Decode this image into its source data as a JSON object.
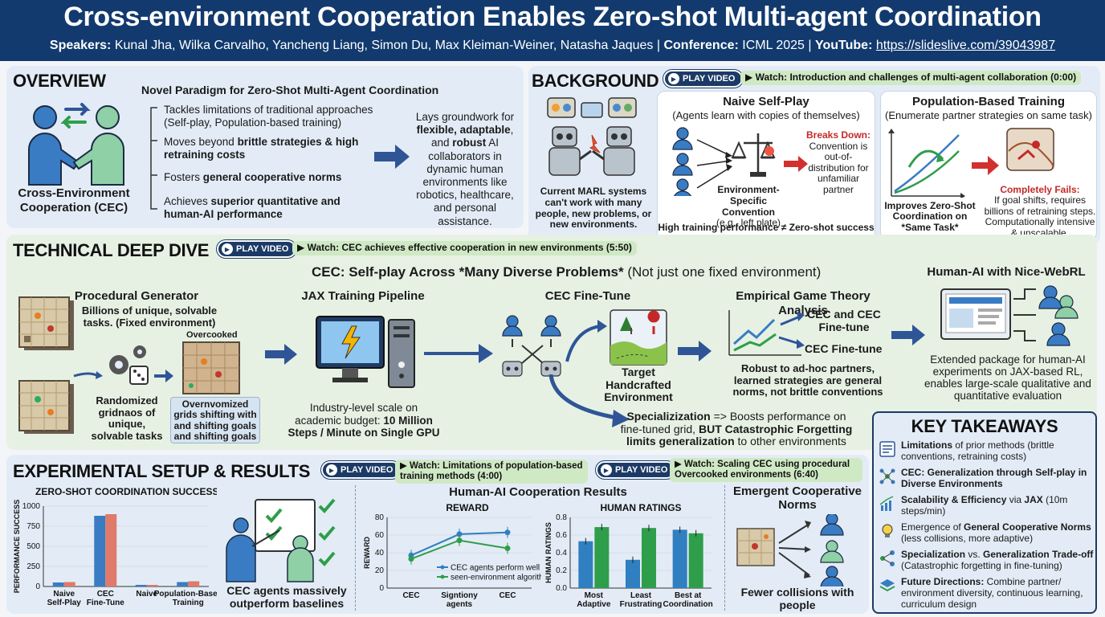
{
  "header": {
    "title": "Cross-environment Cooperation Enables Zero-shot Multi-agent Coordination",
    "speakers_label": "Speakers:",
    "speakers": "Kunal Jha, Wilka Carvalho, Yancheng Liang, Simon Du, Max Kleiman-Weiner, Natasha Jaques",
    "conference_label": "Conference:",
    "conference": "ICML 2025",
    "youtube_label": "YouTube:",
    "youtube_url": "https://slideslive.com/39043987"
  },
  "overview": {
    "title": "OVERVIEW",
    "heading": "Novel Paradigm for Zero-Shot Multi-Agent Coordination",
    "caption": "Cross-Environment Cooperation (CEC)",
    "bullets": [
      {
        "pre": "Tackles limitations of traditional approaches (Self-play, Population-based training)",
        "bold": "",
        "post": ""
      },
      {
        "pre": "Moves beyond ",
        "bold": "brittle strategies & high retraining costs",
        "post": ""
      },
      {
        "pre": "Fosters ",
        "bold": "general cooperative norms",
        "post": ""
      },
      {
        "pre": "Achieves ",
        "bold": "superior quantitative and human-AI performance",
        "post": ""
      }
    ],
    "groundwork_pre": "Lays groundwork for ",
    "groundwork_b1": "flexible, adaptable",
    "groundwork_mid": ", and ",
    "groundwork_b2": "robust",
    "groundwork_post": " AI collaborators in dynamic human environments like robotics, healthcare, and personal assistance."
  },
  "background": {
    "title": "BACKGROUND",
    "play_label": "PLAY VIDEO",
    "watch": "Watch: Introduction and challenges of multi-agent collaboration (0:00)",
    "marl_caption": "Current MARL systems can't work with many people, new problems, or new environments.",
    "naive": {
      "title": "Naive Self-Play",
      "subtitle": "(Agents learn with copies of themselves)",
      "convention_bold": "Environment-Specific Convention",
      "convention": "(e.g., left plate)",
      "breaks_label": "Breaks Down:",
      "breaks_text": "Convention is out-of-distribution for unfamiliar partner",
      "footer": "High training performance ≠ Zero-shot success"
    },
    "pbt": {
      "title": "Population-Based Training",
      "subtitle": "(Enumerate partner strategies on same task)",
      "improves": "Improves Zero-Shot Coordination on *Same Task*",
      "fails_label": "Completely Fails:",
      "fails_text": "If goal shifts, requires billions of retraining steps. Computationally intensive & unscalable."
    }
  },
  "deep_dive": {
    "title": "TECHNICAL DEEP DIVE",
    "play_label": "PLAY VIDEO",
    "watch": "Watch: CEC achieves effective cooperation in new environments (5:50)",
    "banner_bold": "CEC: Self-play Across *Many Diverse Problems*",
    "banner_rest": " (Not just one fixed environment)",
    "procgen_title": "Procedural Generator",
    "procgen_sub": "Billions of unique, solvable tasks. (Fixed environment)",
    "overcooked": "Overcooked",
    "randomized": "Randomized gridnaos of unique, solvable tasks",
    "overnvomized": "Overnvomized grids shifting with and shifting goals and shifting goals",
    "jax_title": "JAX Training Pipeline",
    "jax_pre": "Industry-level scale on academic budget: ",
    "jax_bold": "10 Million Steps / Minute on Single GPU",
    "finetune_title": "CEC Fine-Tune",
    "target": "Target Handcrafted Environment",
    "egta_title": "Empirical Game Theory Analysis",
    "egta_l1": "CEC and CEC Fine-tune",
    "egta_l2": "CEC Fine-tune",
    "egta_caption": "Robust to ad-hoc partners, learned strategies are general norms, not brittle conventions",
    "human_ai_title": "Human-AI with Nice-WebRL",
    "human_ai_caption": "Extended package for human-AI experiments on JAX-based RL, enables large-scale qualitative and quantitative evaluation",
    "special_b1": "Specializization",
    "special_mid": " => Boosts performance on fine-tuned grid, ",
    "special_b2": "BUT Catastrophic Forgetting limits generalization",
    "special_post": " to other environments"
  },
  "experiments": {
    "title": "EXPERIMENTAL SETUP & RESULTS",
    "play1": "PLAY VIDEO",
    "watch1": "Watch: Limitations of population-based training methods (4:00)",
    "play2": "PLAY VIDEO",
    "watch2": "Watch: Scaling CEC using procedural Overcooked environments (6:40)",
    "zs_caption": "CEC agents massively outperform baselines",
    "hai_title": "Human-AI Cooperation Results",
    "emergent_title": "Emergent Cooperative Norms",
    "emergent_caption": "Fewer collisions with people"
  },
  "takeaways": {
    "title": "KEY TAKEAWAYS",
    "items": [
      {
        "bold": "Limitations",
        "rest": " of prior methods (brittle conventions, retraining costs)"
      },
      {
        "bold": "CEC: Generalization through Self-play in Diverse Environments",
        "rest": ""
      },
      {
        "bold": "Scalability & Efficiency",
        "rest": " via ",
        "bold2": "JAX",
        "rest2": " (10m steps/min)"
      },
      {
        "bold": "",
        "rest": "Emergence of ",
        "bold2": "General Cooperative Norms",
        "rest2": " (less collisions, more adaptive)"
      },
      {
        "bold": "Specialization",
        "rest": " vs. ",
        "bold2": "Generalization Trade-off",
        "rest2": " (Catastrophic forgetting in fine-tuning)"
      },
      {
        "bold": "Future Directions:",
        "rest": " Combine partner/ environment diversity, continuous learning, curriculum design"
      }
    ]
  },
  "chart_data": [
    {
      "type": "bar",
      "title": "ZERO-SHOT COORDINATION SUCCESS",
      "ylabel": "PERFORMANCE SUCCESS",
      "xlabel": "",
      "ylim": [
        0,
        1000
      ],
      "yticks": [
        0,
        250,
        500,
        750,
        1000
      ],
      "categories": [
        "Naive Self-Play",
        "CEC Fine-Tune",
        "Naive",
        "Population-Based Training"
      ],
      "series": [
        {
          "values": [
            50,
            880,
            20,
            55
          ],
          "color": "#3a7cc4"
        },
        {
          "values": [
            55,
            900,
            20,
            65
          ],
          "color": "#e07a6a"
        }
      ]
    },
    {
      "type": "line",
      "title": "REWARD",
      "ylabel": "REWARD",
      "ylim": [
        0,
        80
      ],
      "yticks": [
        0,
        20,
        40,
        60,
        80
      ],
      "categories": [
        "CEC",
        "Signtiony agents",
        "CEC"
      ],
      "series": [
        {
          "name": "CEC agents perform well",
          "values": [
            37,
            61,
            63
          ],
          "color": "#2f7fc1"
        },
        {
          "name": "seen-environment algorithm",
          "values": [
            33,
            54,
            45
          ],
          "color": "#2e9e4a"
        }
      ]
    },
    {
      "type": "bar",
      "title": "HUMAN RATINGS",
      "ylabel": "HUMAN RATINGS",
      "ylim": [
        0,
        0.8
      ],
      "yticks": [
        0.0,
        0.2,
        0.4,
        0.6,
        0.8
      ],
      "categories": [
        "Most Adaptive",
        "Least Frustrating",
        "Best at Coordination"
      ],
      "series": [
        {
          "values": [
            0.53,
            0.32,
            0.66
          ],
          "color": "#2f7fc1"
        },
        {
          "values": [
            0.69,
            0.68,
            0.62
          ],
          "color": "#2e9e4a"
        }
      ]
    }
  ]
}
